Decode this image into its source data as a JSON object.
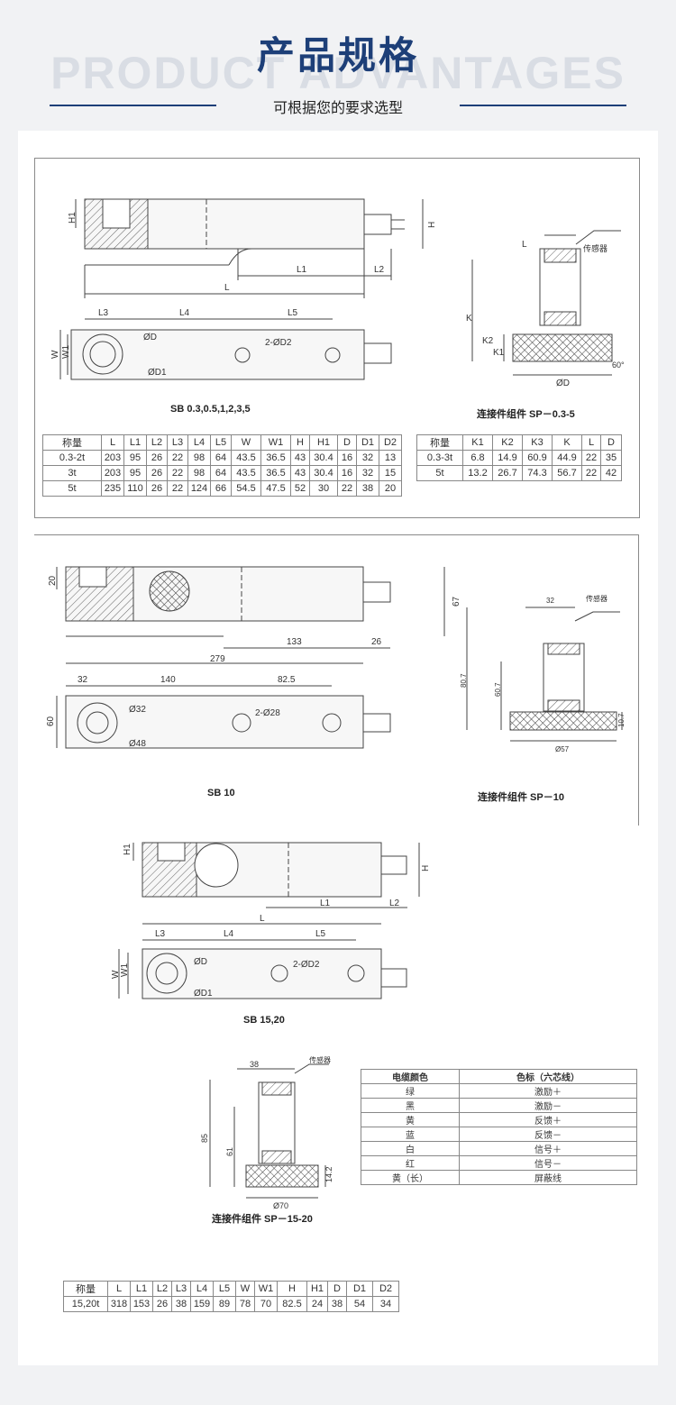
{
  "header": {
    "title": "产品规格",
    "bg_word": "PRODUCT ADVANTAGES",
    "subtitle": "可根据您的要求选型",
    "accent": "#1d3f78"
  },
  "panel1": {
    "caption_sensor": "SB 0.3,0.5,1,2,3,5",
    "caption_kit": "连接件组件 SP－0.3-5",
    "labels": {
      "H1": "H1",
      "H": "H",
      "L1": "L1",
      "L2": "L2",
      "L": "L",
      "L3": "L3",
      "L4": "L4",
      "L5": "L5",
      "W": "W",
      "W1": "W1",
      "D": "ØD",
      "D1": "ØD1",
      "D2": "2-ØD2",
      "sensor_word": "传感器",
      "K": "K",
      "K1": "K1",
      "K2": "K2",
      "D_kit": "ØD",
      "kit_L": "L",
      "kit_60": "60°"
    },
    "table_left": {
      "headers": [
        "称量",
        "L",
        "L1",
        "L2",
        "L3",
        "L4",
        "L5",
        "W",
        "W1",
        "H",
        "H1",
        "D",
        "D1",
        "D2"
      ],
      "rows": [
        [
          "0.3-2t",
          "203",
          "95",
          "26",
          "22",
          "98",
          "64",
          "43.5",
          "36.5",
          "43",
          "30.4",
          "16",
          "32",
          "13"
        ],
        [
          "3t",
          "203",
          "95",
          "26",
          "22",
          "98",
          "64",
          "43.5",
          "36.5",
          "43",
          "30.4",
          "16",
          "32",
          "15"
        ],
        [
          "5t",
          "235",
          "110",
          "26",
          "22",
          "124",
          "66",
          "54.5",
          "47.5",
          "52",
          "30",
          "22",
          "38",
          "20"
        ]
      ]
    },
    "table_right": {
      "headers": [
        "称量",
        "K1",
        "K2",
        "K3",
        "K",
        "L",
        "D"
      ],
      "rows": [
        [
          "0.3-3t",
          "6.8",
          "14.9",
          "60.9",
          "44.9",
          "22",
          "35"
        ],
        [
          "5t",
          "13.2",
          "26.7",
          "74.3",
          "56.7",
          "22",
          "42"
        ]
      ]
    }
  },
  "panel2": {
    "caption_sensor": "SB 10",
    "caption_kit": "连接件组件 SP－10",
    "labels": {
      "h20": "20",
      "h67": "67",
      "l133": "133",
      "l26": "26",
      "l279": "279",
      "l32": "32",
      "l140": "140",
      "l82": "82.5",
      "w60": "60",
      "d32": "Ø32",
      "d28": "2-Ø28",
      "d48": "Ø48",
      "kit32": "32",
      "sensor_word": "传感器",
      "k807": "80.7",
      "k607": "60.7",
      "k107": "10.7",
      "d57": "Ø57"
    }
  },
  "panel3": {
    "caption_sensor": "SB 15,20",
    "labels": {
      "H1": "H1",
      "H": "H",
      "L1": "L1",
      "L2": "L2",
      "L": "L",
      "L3": "L3",
      "L4": "L4",
      "L5": "L5",
      "W": "W",
      "W1": "W1",
      "D": "ØD",
      "D1": "ØD1",
      "D2": "2-ØD2"
    }
  },
  "kit1520": {
    "caption": "连接件组件 SP－15-20",
    "labels": {
      "k38": "38",
      "sensor_word": "传感器",
      "k85": "85",
      "k61": "61",
      "k142": "14.2",
      "d70": "Ø70"
    }
  },
  "cable_table": {
    "headers": [
      "电缆颜色",
      "色标（六芯线）"
    ],
    "rows": [
      [
        "绿",
        "激励＋"
      ],
      [
        "黑",
        "激励－"
      ],
      [
        "黄",
        "反馈＋"
      ],
      [
        "蓝",
        "反馈－"
      ],
      [
        "白",
        "信号＋"
      ],
      [
        "红",
        "信号－"
      ],
      [
        "黄（长）",
        "屏蔽线"
      ]
    ]
  },
  "table_bottom": {
    "headers": [
      "称量",
      "L",
      "L1",
      "L2",
      "L3",
      "L4",
      "L5",
      "W",
      "W1",
      "H",
      "H1",
      "D",
      "D1",
      "D2"
    ],
    "rows": [
      [
        "15,20t",
        "318",
        "153",
        "26",
        "38",
        "159",
        "89",
        "78",
        "70",
        "82.5",
        "24",
        "38",
        "54",
        "34"
      ]
    ]
  }
}
